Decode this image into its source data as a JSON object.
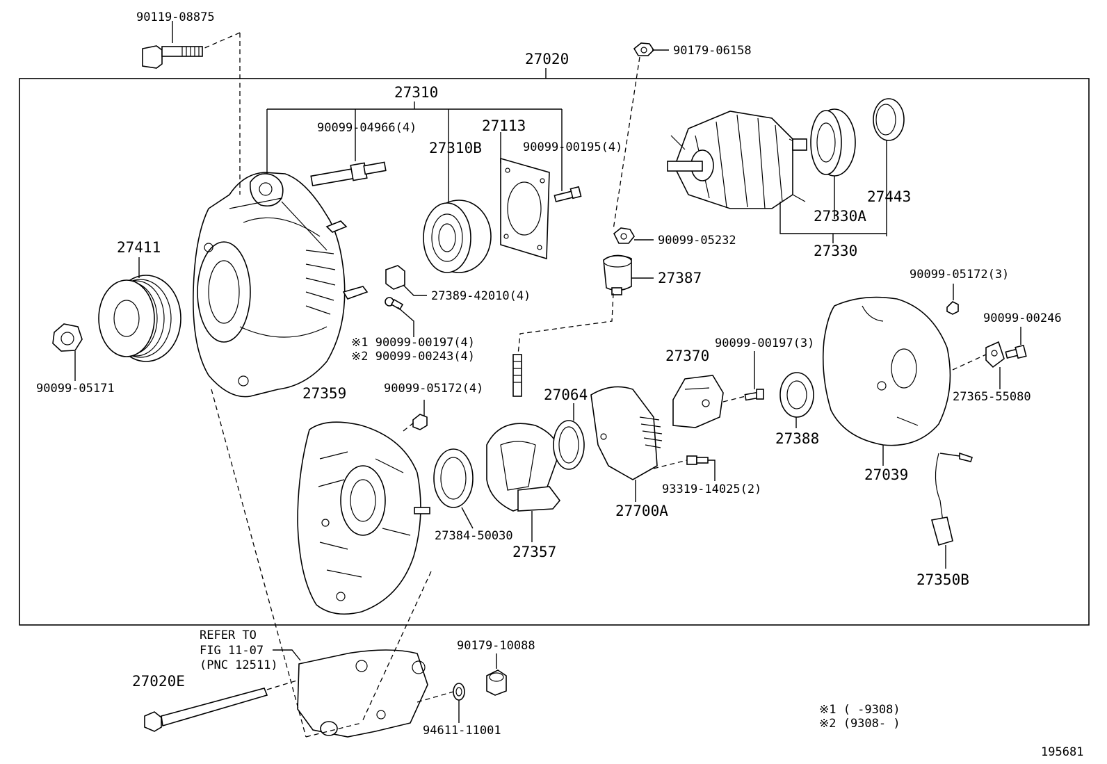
{
  "diagram_id": "195681",
  "assembly": "27020",
  "labels": {
    "p_90119_08875": "90119-08875",
    "p_27020": "27020",
    "p_90179_06158": "90179-06158",
    "p_27310": "27310",
    "p_90099_04966": "90099-04966(4)",
    "p_27113": "27113",
    "p_27310B": "27310B",
    "p_90099_00195": "90099-00195(4)",
    "p_27443": "27443",
    "p_27330A": "27330A",
    "p_27330": "27330",
    "p_90099_05232": "90099-05232",
    "p_27387": "27387",
    "p_27411": "27411",
    "p_27389_42010": "27389-42010(4)",
    "p_90099_05172_3": "90099-05172(3)",
    "p_90099_00246": "90099-00246",
    "p_note1_00197": "※1 90099-00197(4)",
    "p_note2_00243": "※2 90099-00243(4)",
    "p_90099_05171": "90099-05171",
    "p_27370": "27370",
    "p_90099_00197_3": "90099-00197(3)",
    "p_27365_55080": "27365-55080",
    "p_27359": "27359",
    "p_90099_05172_4": "90099-05172(4)",
    "p_27064": "27064",
    "p_27388": "27388",
    "p_27039": "27039",
    "p_93319_14025": "93319-14025(2)",
    "p_27700A": "27700A",
    "p_27384_50030": "27384-50030",
    "p_27357": "27357",
    "p_27350B": "27350B",
    "refer_line1": "REFER TO",
    "refer_line2": "FIG 11-07",
    "refer_line3": "(PNC 12511)",
    "p_90179_10088": "90179-10088",
    "p_27020E": "27020E",
    "p_94611_11001": "94611-11001",
    "footnote1": "※1 (     -9308)",
    "footnote2": "※2 (9308-     )"
  }
}
